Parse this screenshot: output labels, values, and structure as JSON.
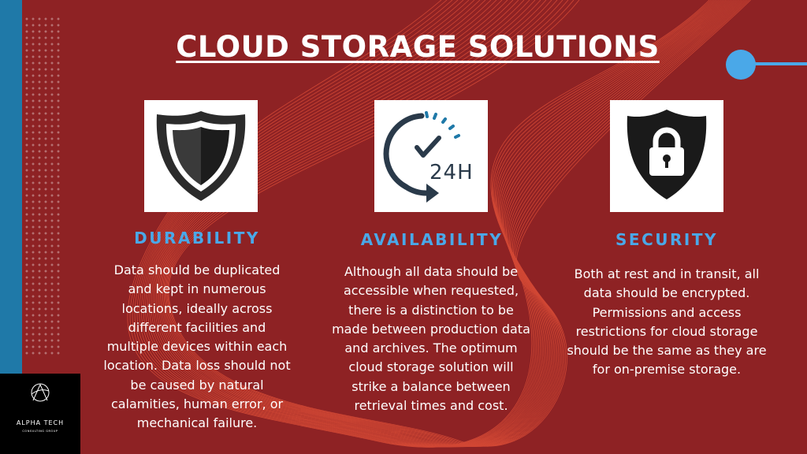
{
  "title": "CLOUD STORAGE SOLUTIONS",
  "colors": {
    "background": "#8e2224",
    "side_bar": "#1f79a8",
    "accent": "#4aa8e8",
    "heading": "#4aa8e8",
    "text": "#ffffff"
  },
  "columns": [
    {
      "icon": "shield-icon",
      "heading": "DURABILITY",
      "body": "Data should be duplicated and kept in numerous locations, ideally across different facilities and multiple devices within each location. Data loss should not be caused by natural calamities, human error, or mechanical failure."
    },
    {
      "icon": "24h-availability-icon",
      "heading": "AVAILABILITY",
      "body": "Although all data should be accessible when requested, there is a distinction to be made between production data and archives. The optimum cloud storage solution will strike a balance between retrieval times and cost."
    },
    {
      "icon": "shield-lock-icon",
      "heading": "SECURITY",
      "body": "Both at rest and in transit, all data should be encrypted. Permissions and access restrictions for cloud storage should be the same as they are for on-premise storage."
    }
  ],
  "logo": {
    "name": "ALPHA TECH",
    "sub": "CONSULTING GROUP"
  }
}
